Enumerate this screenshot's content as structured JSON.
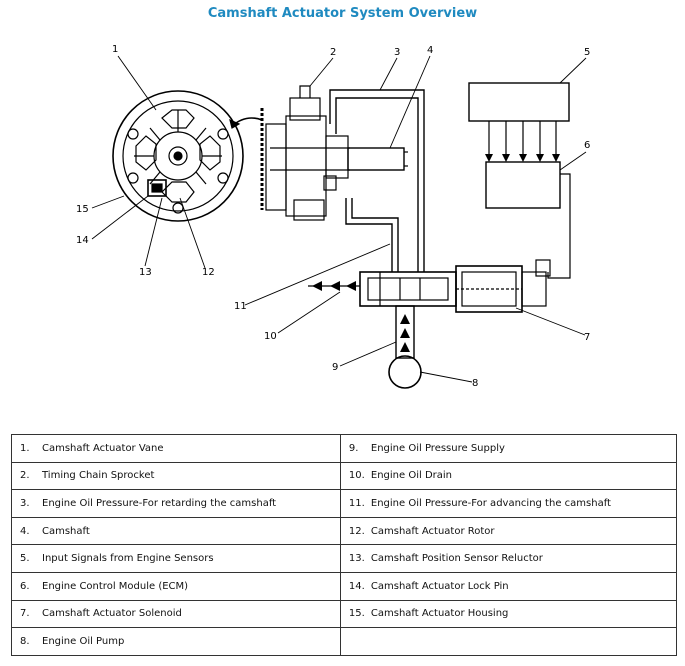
{
  "title": "Camshaft Actuator System Overview",
  "callouts": [
    "1",
    "2",
    "3",
    "4",
    "5",
    "6",
    "7",
    "8",
    "9",
    "10",
    "11",
    "12",
    "13",
    "14",
    "15"
  ],
  "legend": {
    "left": [
      {
        "num": "1.",
        "text": "Camshaft Actuator Vane"
      },
      {
        "num": "2.",
        "text": "Timing Chain Sprocket"
      },
      {
        "num": "3.",
        "text": "Engine Oil Pressure-For retarding the camshaft"
      },
      {
        "num": "4.",
        "text": "Camshaft"
      },
      {
        "num": "5.",
        "text": "Input Signals from Engine Sensors"
      },
      {
        "num": "6.",
        "text": "Engine Control Module (ECM)"
      },
      {
        "num": "7.",
        "text": "Camshaft Actuator Solenoid"
      },
      {
        "num": "8.",
        "text": "Engine Oil Pump"
      }
    ],
    "right": [
      {
        "num": "9.",
        "text": "Engine Oil Pressure Supply"
      },
      {
        "num": "10.",
        "text": "Engine Oil Drain"
      },
      {
        "num": "11.",
        "text": "Engine Oil Pressure-For advancing the camshaft"
      },
      {
        "num": "12.",
        "text": "Camshaft Actuator Rotor"
      },
      {
        "num": "13.",
        "text": "Camshaft Position Sensor Reluctor"
      },
      {
        "num": "14.",
        "text": "Camshaft Actuator Lock Pin"
      },
      {
        "num": "15.",
        "text": "Camshaft Actuator Housing"
      }
    ]
  }
}
